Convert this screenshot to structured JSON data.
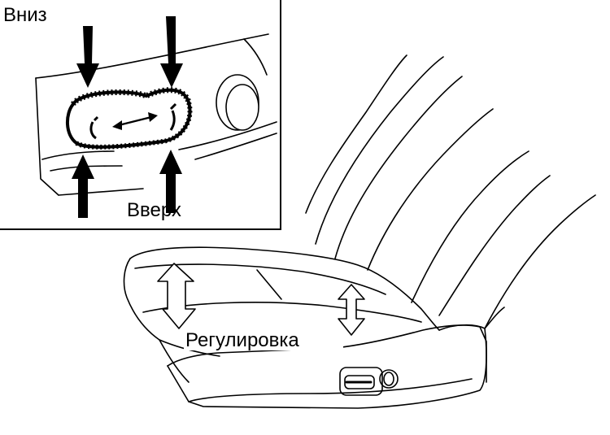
{
  "labels": {
    "down": "Вниз",
    "up": "Вверх",
    "adjust": "Регулировка"
  },
  "colors": {
    "ink": "#000000",
    "paper": "#ffffff"
  },
  "icons": {
    "inset_arrows": "arrow-down-icon / arrow-up-icon",
    "switch_arrow": "double-arrow-horizontal-icon",
    "seat_arrows": "double-arrow-vertical-icon"
  }
}
